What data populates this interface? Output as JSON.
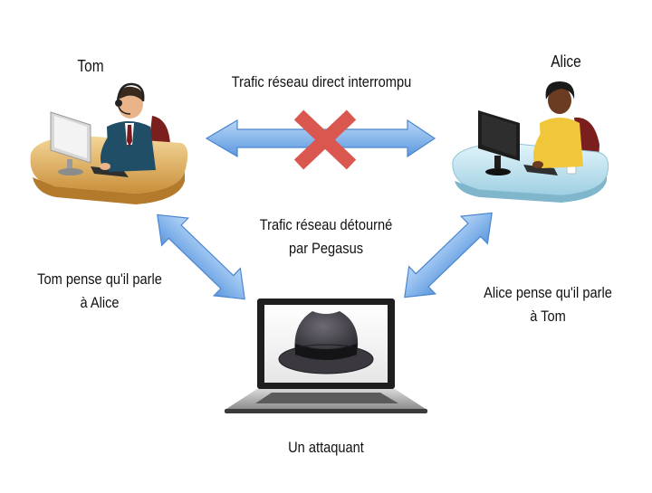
{
  "people": {
    "tom": {
      "name": "Tom"
    },
    "alice": {
      "name": "Alice"
    }
  },
  "labels": {
    "direct_traffic": "Trafic réseau direct interrompu",
    "hijacked_line1": "Trafic réseau détourné",
    "hijacked_line2": "par Pegasus",
    "tom_thinks_line1": "Tom pense qu'il parle",
    "tom_thinks_line2": "à Alice",
    "alice_thinks_line1": "Alice pense qu'il parle",
    "alice_thinks_line2": "à Tom",
    "attacker": "Un attaquant"
  },
  "colors": {
    "arrow_fill": "#8ab8ec",
    "arrow_edge": "#4a86cf",
    "cross": "#d9574f"
  }
}
